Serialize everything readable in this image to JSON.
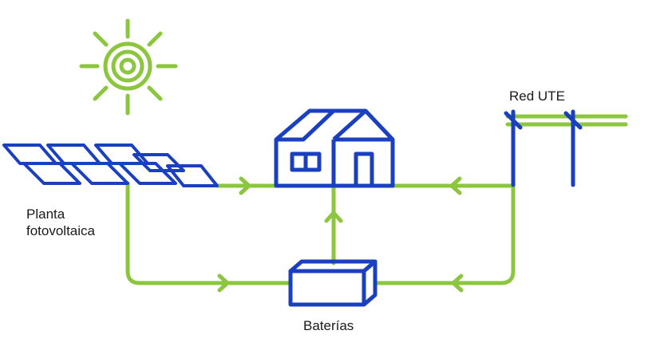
{
  "labels": {
    "plant_line1": "Planta",
    "plant_line2": "fotovoltaica",
    "grid": "Red UTE",
    "batteries": "Baterías"
  },
  "colors": {
    "green": "#8CC63F",
    "blue": "#1A3FBF"
  }
}
